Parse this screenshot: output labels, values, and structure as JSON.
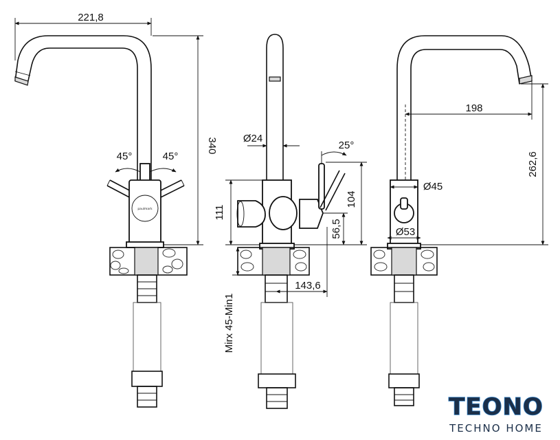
{
  "dimensions": {
    "spout_reach_front": "221,8",
    "height_total": "340",
    "angle_left": "45°",
    "angle_right": "45°",
    "spout_diameter": "Ø24",
    "lever_angle": "25°",
    "body_height": "111",
    "lever_height": "104",
    "lever_axis_height": "56,5",
    "mount_depth": "Mirx 45-Min1",
    "base_reach": "143,6",
    "spout_reach_side": "198",
    "spout_height": "262,6",
    "body_diameter": "Ø45",
    "base_diameter": "Ø53"
  },
  "brand_mark": "paulmark",
  "logo": {
    "name": "TEONO",
    "tagline": "TECHNO HOME",
    "colors": {
      "dark": "#1b2f49",
      "accent": "#2f7fc6"
    }
  }
}
